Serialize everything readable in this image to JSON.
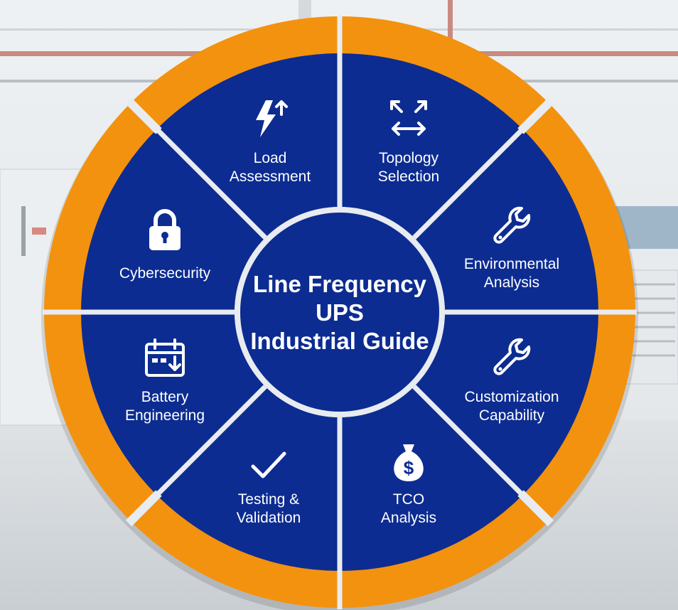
{
  "center": {
    "lines": [
      "Line Frequency",
      "UPS",
      "Industrial Guide"
    ]
  },
  "segments": [
    {
      "key": "load",
      "icon": "lightning-bolt-up-arrow-icon",
      "lines": [
        "Load",
        "Assessment"
      ]
    },
    {
      "key": "topology",
      "icon": "arrows-expand-icon",
      "lines": [
        "Topology",
        "Selection"
      ]
    },
    {
      "key": "environmental",
      "icon": "wrench-icon",
      "lines": [
        "Environmental",
        "Analysis"
      ]
    },
    {
      "key": "customization",
      "icon": "wrench-icon",
      "lines": [
        "Customization",
        "Capability"
      ]
    },
    {
      "key": "tco",
      "icon": "money-bag-icon",
      "lines": [
        "TCO",
        "Analysis"
      ]
    },
    {
      "key": "testing",
      "icon": "checkmark-icon",
      "lines": [
        "Testing &",
        "Validation"
      ]
    },
    {
      "key": "battery",
      "icon": "calendar-download-icon",
      "lines": [
        "Battery",
        "Engineering"
      ]
    },
    {
      "key": "cyber",
      "icon": "padlock-icon",
      "lines": [
        "Cybersecurity"
      ]
    }
  ],
  "colors": {
    "ring": "#F3920F",
    "segment": "#0C2C91",
    "divider": "#E8ECF0",
    "text": "#FFFFFF",
    "background": "#E4E8EB"
  }
}
